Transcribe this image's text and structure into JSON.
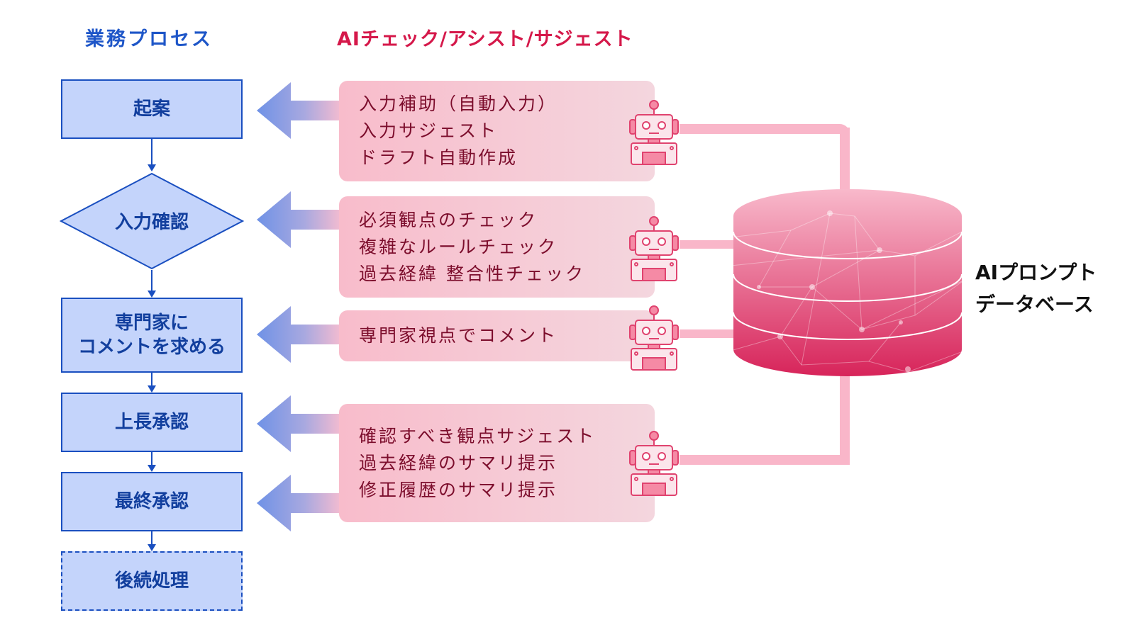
{
  "headers": {
    "business_process": "業務プロセス",
    "ai_column": "AIチェック/アシスト/サジェスト"
  },
  "process_steps": [
    {
      "label": "起案",
      "shape": "rectangle"
    },
    {
      "label": "入力確認",
      "shape": "diamond"
    },
    {
      "label_line1": "専門家に",
      "label_line2": "コメントを求める",
      "shape": "rectangle"
    },
    {
      "label": "上長承認",
      "shape": "rectangle"
    },
    {
      "label": "最終承認",
      "shape": "rectangle"
    },
    {
      "label": "後続処理",
      "shape": "dashed-rectangle"
    }
  ],
  "ai_cards": [
    {
      "lines": [
        "入力補助（自動入力）",
        "入力サジェスト",
        "ドラフト自動作成"
      ],
      "target": "起案"
    },
    {
      "lines": [
        "必須観点のチェック",
        "複雑なルールチェック",
        "過去経緯 整合性チェック"
      ],
      "target": "入力確認"
    },
    {
      "lines": [
        "専門家視点でコメント"
      ],
      "target": "専門家にコメントを求める"
    },
    {
      "lines": [
        "確認すべき観点サジェスト",
        "過去経緯のサマリ提示",
        "修正履歴のサマリ提示"
      ],
      "target": [
        "上長承認",
        "最終承認"
      ]
    }
  ],
  "database": {
    "label_line1": "AIプロンプト",
    "label_line2": "データベース"
  },
  "colors": {
    "process_blue": "#1a4fc0",
    "process_fill": "#c4d4fb",
    "ai_red": "#d5184a",
    "card_pink": "#f8bccb",
    "connector_pink": "#f9b6c9",
    "robot_stroke": "#e0436f"
  }
}
